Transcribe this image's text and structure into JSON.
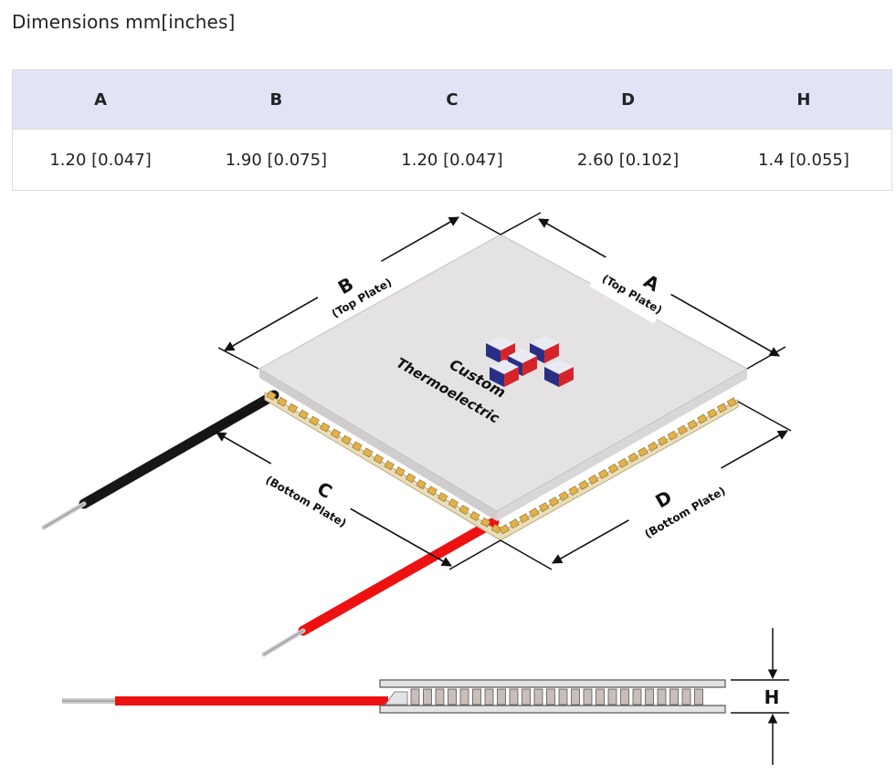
{
  "title": "Dimensions mm[inches]",
  "table": {
    "headers": [
      "A",
      "B",
      "C",
      "D",
      "H"
    ],
    "values": [
      "1.20 [0.047]",
      "1.90 [0.075]",
      "1.20 [0.047]",
      "2.60 [0.102]",
      "1.4 [0.055]"
    ]
  },
  "diagram": {
    "label_a": "A",
    "label_b": "B",
    "label_c": "C",
    "label_d": "D",
    "label_h": "H",
    "top_plate": "(Top Plate)",
    "bottom_plate": "(Bottom Plate)",
    "logo_line1": "Custom",
    "logo_line2": "Thermoelectric",
    "logo_icon": "stacked-cubes-logo-icon",
    "colors": {
      "plate": "#e4e2e2",
      "plate_edge": "#cfcdcd",
      "element": "#e2b24a",
      "ceramic_bottom": "#e9ddba",
      "red_wire": "#ee1111",
      "black_wire": "#161616",
      "logo_red": "#d6242b",
      "logo_blue": "#2a2f86"
    }
  }
}
